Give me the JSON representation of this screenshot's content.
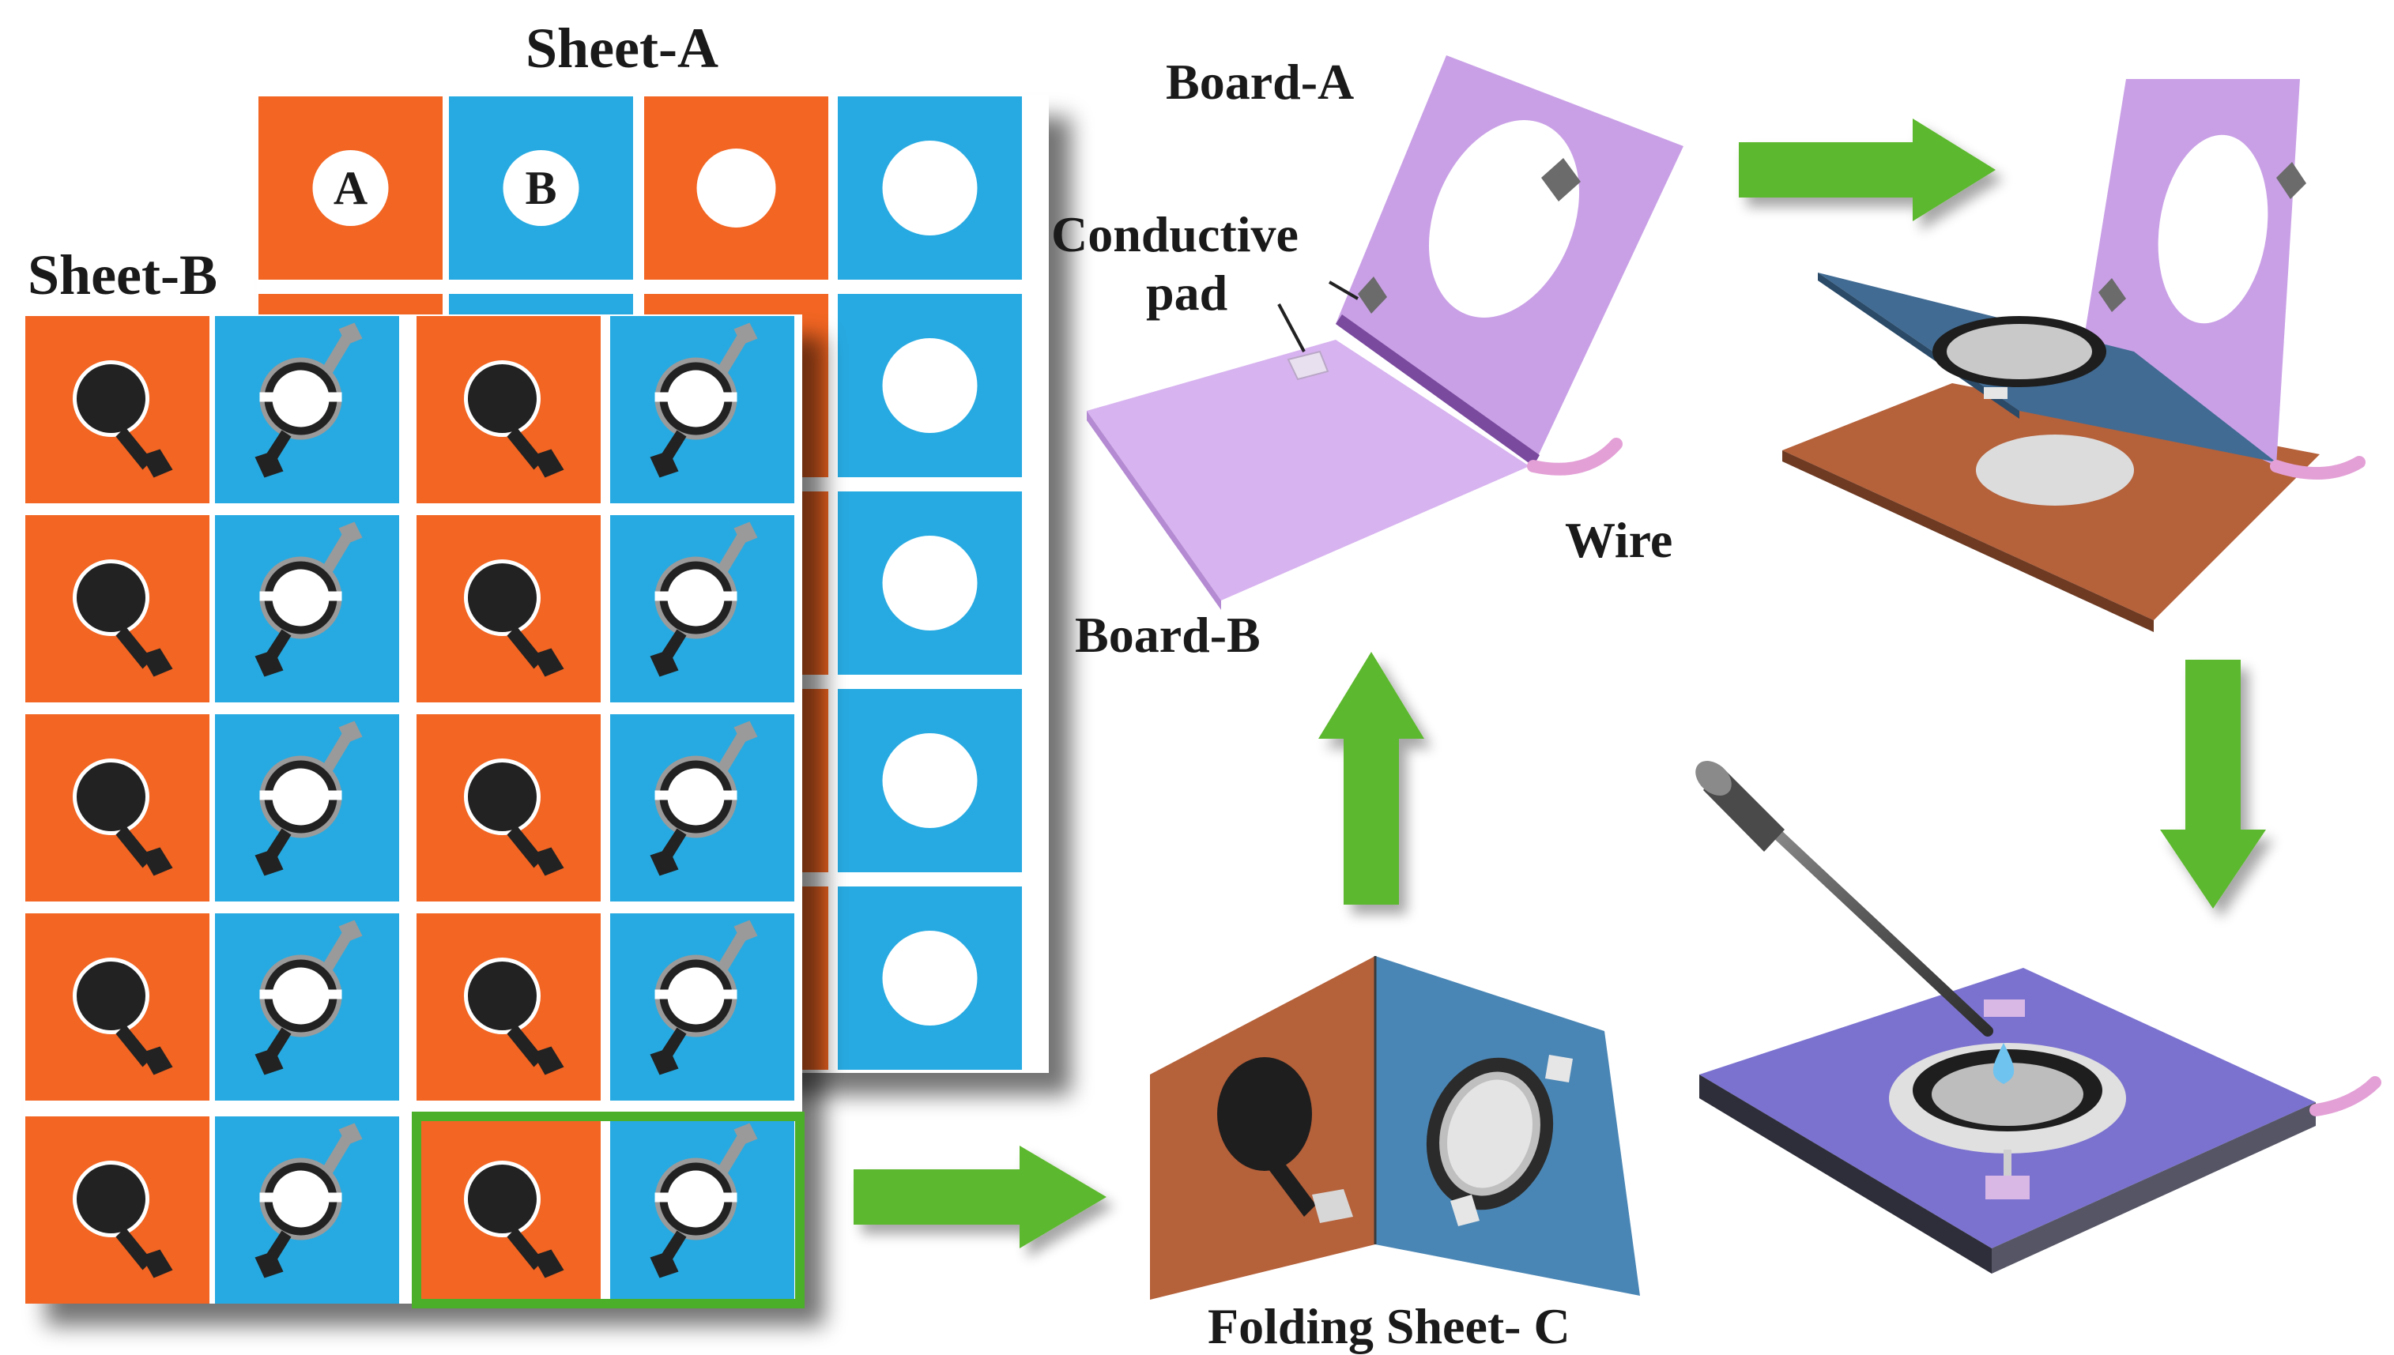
{
  "labels": {
    "sheet_a": "Sheet-A",
    "sheet_b": "Sheet-B",
    "board_a": "Board-A",
    "board_b": "Board-B",
    "conductive_pad_line1": "Conductive",
    "conductive_pad_line2": "pad",
    "wire": "Wire",
    "folding_sheet_c": "Folding Sheet- C",
    "cell_a": "A",
    "cell_b": "B"
  },
  "grid": {
    "sheet_a_rows": 5,
    "sheet_a_cols": 4,
    "sheet_b_rows": 5,
    "sheet_b_cols": 4,
    "highlighted_row": 4,
    "highlighted_cols": [
      2,
      3
    ]
  },
  "colors": {
    "orange": "#f26522",
    "blue": "#27aae1",
    "green_arrow": "#5cb82d",
    "highlight": "#4caf2a",
    "electrode_dark": "#222222",
    "board_purple": "#c9a0e6",
    "board_purple_dark": "#a97cd0",
    "sheet_brown": "#b5613a",
    "sheet_steel": "#4a86b5",
    "device_purple": "#7b72cf",
    "wire_pink": "#e3a0d6"
  },
  "icons": [
    "arrow-right-icon",
    "arrow-up-icon",
    "arrow-down-icon",
    "pipette-icon",
    "drop-icon"
  ]
}
